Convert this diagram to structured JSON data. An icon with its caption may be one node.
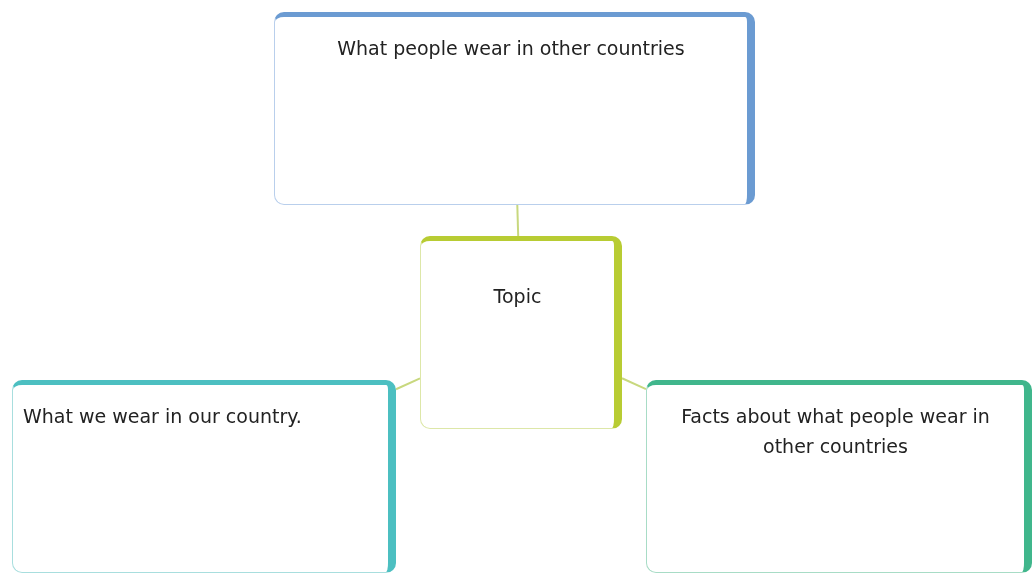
{
  "diagram": {
    "nodes": [
      {
        "text": [
          "What people wear in other countries"
        ]
      },
      {
        "text": [
          "Topic"
        ]
      },
      {
        "text": [
          "What we wear in our country."
        ]
      },
      {
        "text": [
          "Facts about what people wear in other countries"
        ]
      }
    ],
    "edges": [
      {
        "from": 0,
        "to": 1,
        "arrow": "none"
      },
      {
        "from": 1,
        "to": 2,
        "arrow": "none"
      },
      {
        "from": 1,
        "to": 3,
        "arrow": "none"
      }
    ]
  }
}
